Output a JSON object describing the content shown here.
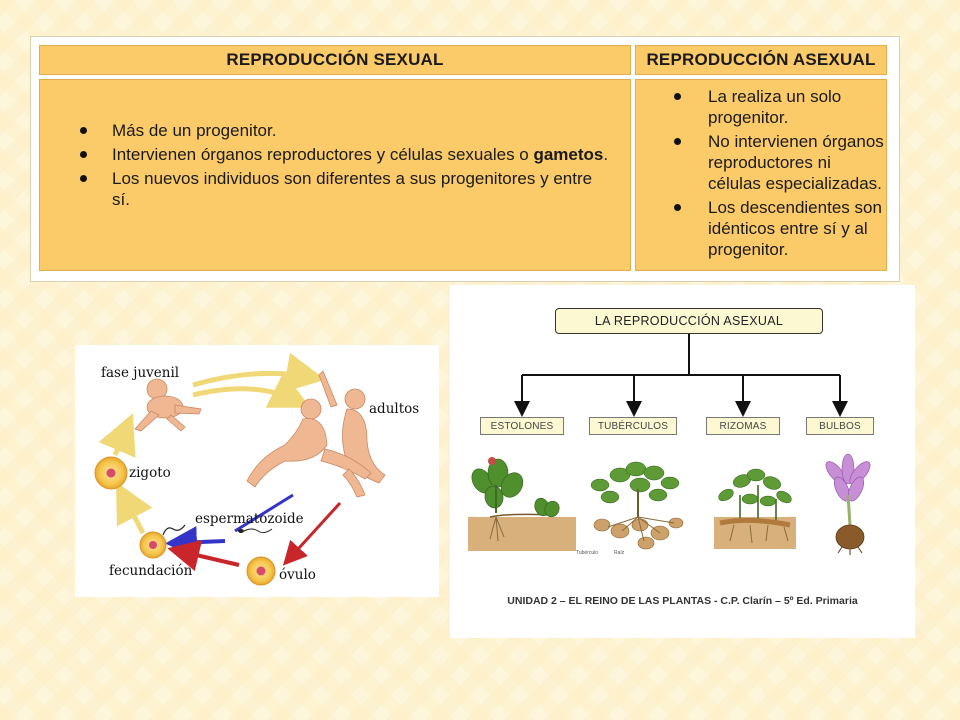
{
  "table": {
    "headers": {
      "sexual": "REPRODUCCIÓN SEXUAL",
      "asexual": "REPRODUCCIÓN ASEXUAL"
    },
    "sexual_items": [
      {
        "text": "Más de un progenitor."
      },
      {
        "text": "Intervienen órganos reproductores y    células sexuales o ",
        "bold": "gametos",
        "after": "."
      },
      {
        "text": "Los nuevos individuos son diferentes a   sus progenitores y entre sí."
      }
    ],
    "asexual_items": [
      "La realiza un solo progenitor.",
      "No intervienen órganos reproductores  ni células especializadas.",
      "Los descendientes son idénticos entre  sí y al progenitor."
    ]
  },
  "life_cycle": {
    "labels": {
      "juvenile": "fase juvenil",
      "adults": "adultos",
      "zygote": "zigoto",
      "sperm": "espermatozoide",
      "fertilization": "fecundación",
      "ovum": "óvulo"
    },
    "colors": {
      "cycle_arrow": "#f0d877",
      "sperm_arrow": "#3434c8",
      "ovum_arrow": "#c8262a",
      "cell": "#f6c64c",
      "skin": "#efb892"
    }
  },
  "asexual_diagram": {
    "root": "LA REPRODUCCIÓN ASEXUAL",
    "children": [
      "ESTOLONES",
      "TUBÉRCULOS",
      "RIZOMAS",
      "BULBOS"
    ],
    "tuber_labels": [
      "Tubérculo",
      "Raíz"
    ],
    "footer": "UNIDAD 2 – EL REINO DE LAS PLANTAS - C.P. Clarín – 5º Ed. Primaria",
    "colors": {
      "node_fill": "#fcf8d2",
      "soil": "#d7b07c",
      "flower": "#c98fd6"
    }
  }
}
